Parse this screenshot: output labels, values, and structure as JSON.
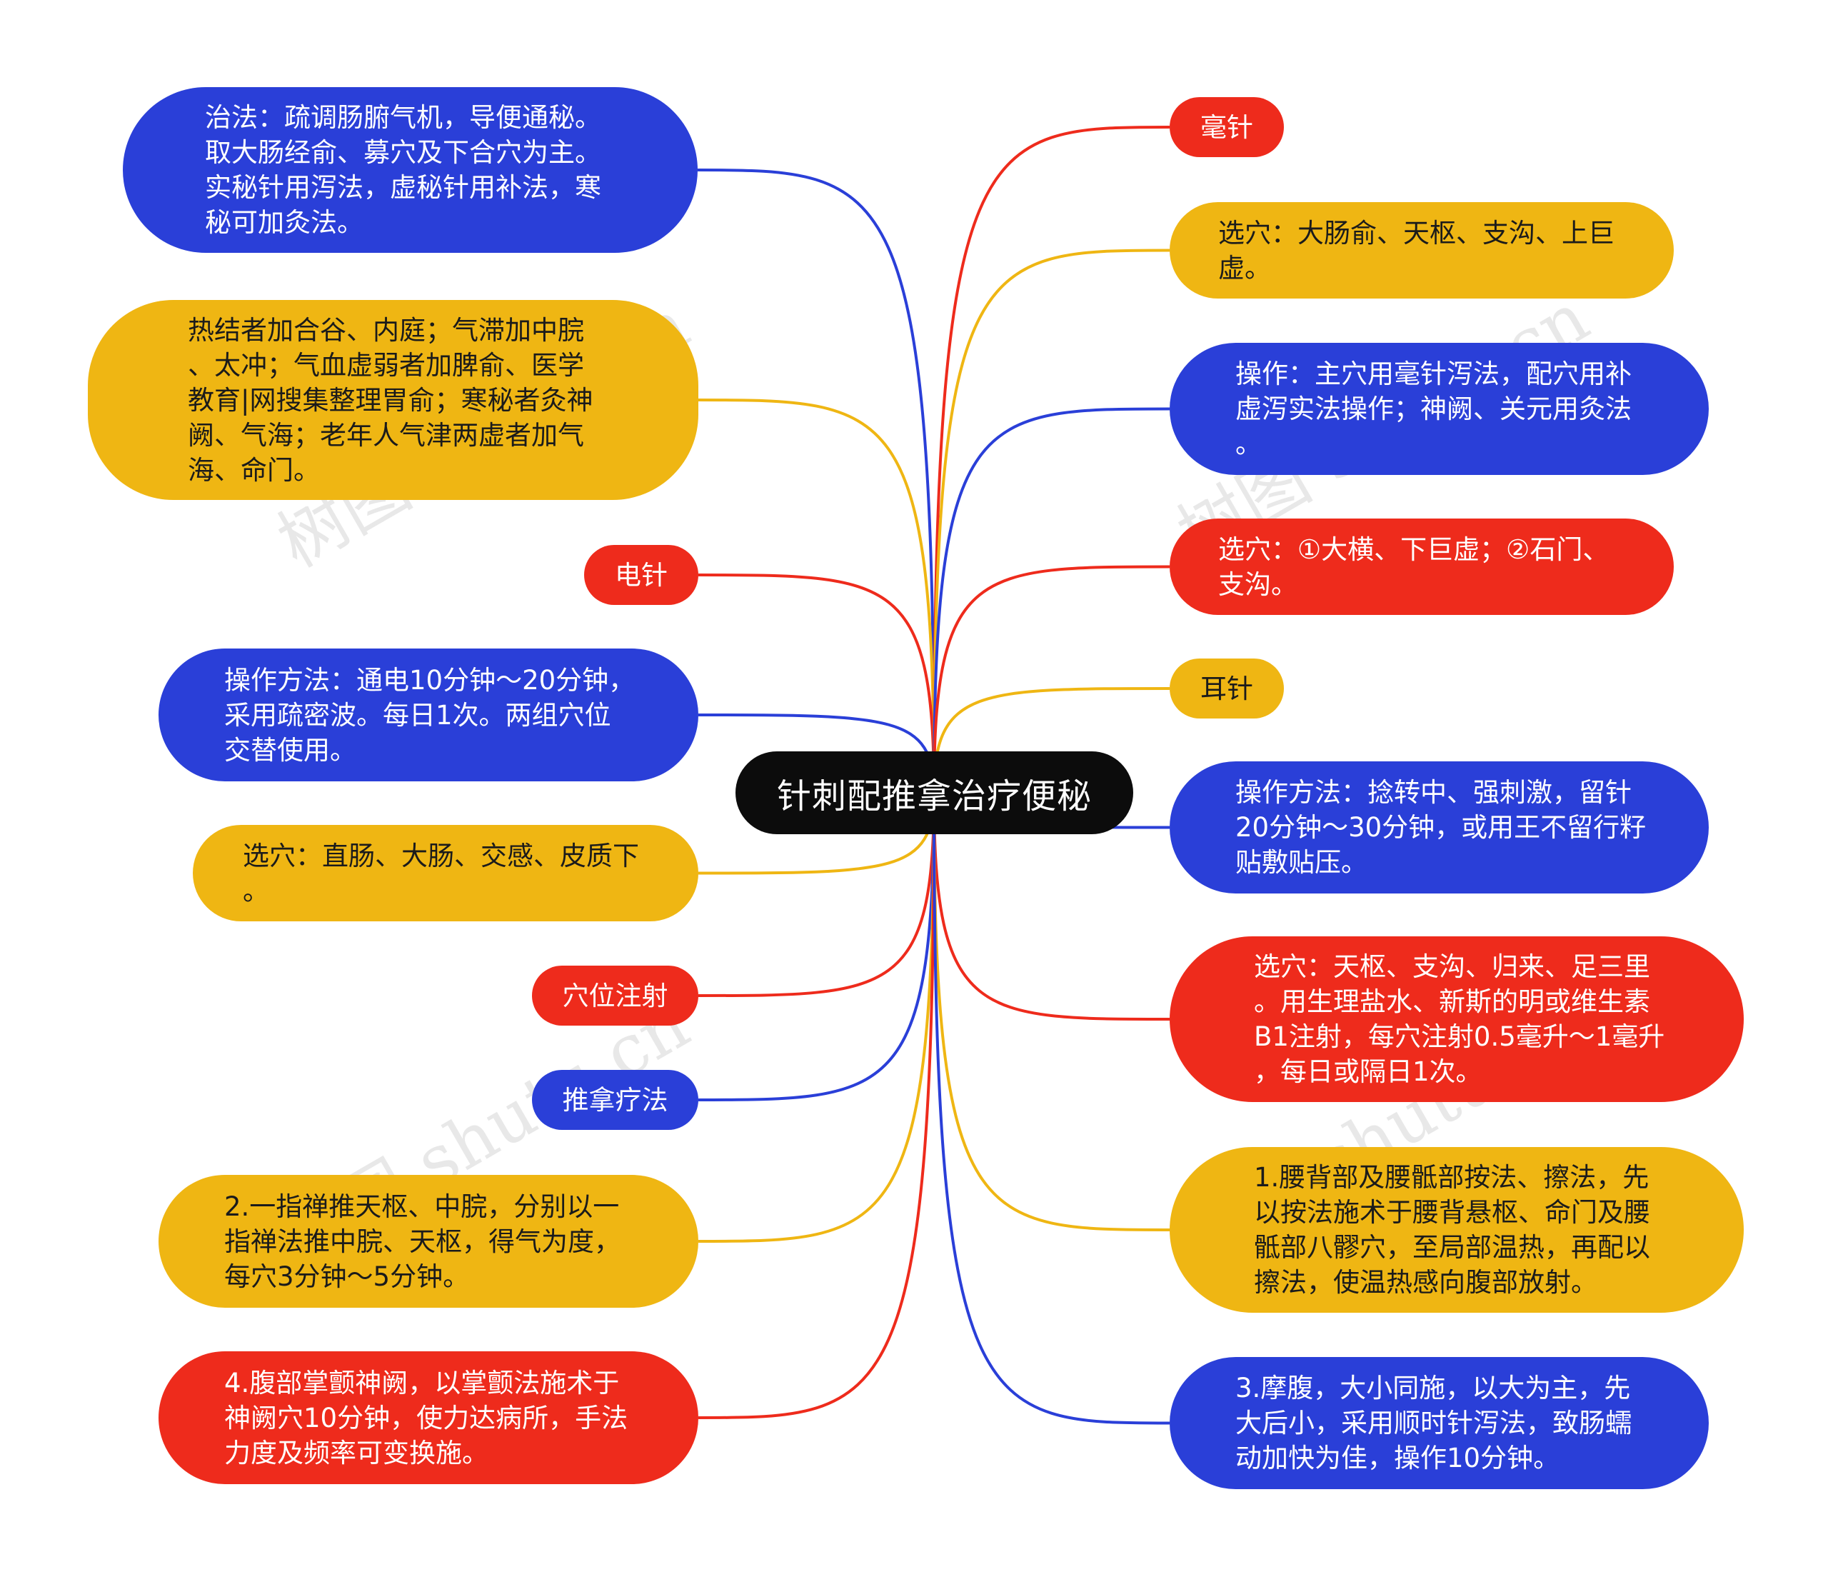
{
  "center": {
    "label": "针刺配推拿治疗便秘"
  },
  "colors": {
    "blue": "#2a3fd8",
    "yellow": "#efb613",
    "red": "#ee2b1c",
    "center": "#0c0c0c"
  },
  "left_nodes": [
    {
      "id": "n1",
      "color": "blue",
      "text": "治法：疏调肠腑气机，导便通秘。\n取大肠经俞、募穴及下合穴为主。\n实秘针用泻法，虚秘针用补法，寒\n秘可加灸法。"
    },
    {
      "id": "n2",
      "color": "yellow",
      "text": "热结者加合谷、内庭；气滞加中脘\n、太冲；气血虚弱者加脾俞、医学\n教育|网搜集整理胃俞；寒秘者灸神\n阙、气海；老年人气津两虚者加气\n海、命门。"
    },
    {
      "id": "n3",
      "color": "red",
      "text": "电针"
    },
    {
      "id": "n4",
      "color": "blue",
      "text": "操作方法：通电10分钟～20分钟，\n采用疏密波。每日1次。两组穴位\n交替使用。"
    },
    {
      "id": "n5",
      "color": "yellow",
      "text": "选穴：直肠、大肠、交感、皮质下\n。"
    },
    {
      "id": "n6",
      "color": "red",
      "text": "穴位注射"
    },
    {
      "id": "n7",
      "color": "blue",
      "text": "推拿疗法"
    },
    {
      "id": "n8",
      "color": "yellow",
      "text": "2.一指禅推天枢、中脘，分别以一\n指禅法推中脘、天枢，得气为度，\n每穴3分钟～5分钟。"
    },
    {
      "id": "n9",
      "color": "red",
      "text": "4.腹部掌颤神阙，以掌颤法施术于\n神阙穴10分钟，使力达病所，手法\n力度及频率可变换施。"
    }
  ],
  "right_nodes": [
    {
      "id": "m1",
      "color": "red",
      "text": "毫针"
    },
    {
      "id": "m2",
      "color": "yellow",
      "text": "选穴：大肠俞、天枢、支沟、上巨\n虚。"
    },
    {
      "id": "m3",
      "color": "blue",
      "text": "操作：主穴用毫针泻法，配穴用补\n虚泻实法操作；神阙、关元用灸法\n。"
    },
    {
      "id": "m4",
      "color": "red",
      "text": "选穴：①大横、下巨虚；②石门、\n支沟。"
    },
    {
      "id": "m5",
      "color": "yellow",
      "text": "耳针"
    },
    {
      "id": "m6",
      "color": "blue",
      "text": "操作方法：捻转中、强刺激，留针\n20分钟～30分钟，或用王不留行籽\n贴敷贴压。"
    },
    {
      "id": "m7",
      "color": "red",
      "text": "选穴：天枢、支沟、归来、足三里\n。用生理盐水、新斯的明或维生素\nB1注射，每穴注射0.5毫升～1毫升\n，每日或隔日1次。"
    },
    {
      "id": "m8",
      "color": "yellow",
      "text": "1.腰背部及腰骶部按法、擦法，先\n以按法施术于腰背悬枢、命门及腰\n骶部八髎穴，至局部温热，再配以\n擦法，使温热感向腹部放射。"
    },
    {
      "id": "m9",
      "color": "blue",
      "text": "3.摩腹，大小同施，以大为主，先\n大后小，采用顺时针泻法，致肠蠕\n动加快为佳，操作10分钟。"
    }
  ],
  "watermarks": [
    "树图 shutu.cn",
    "树图 shutu.cn",
    "树图 shutu.cn",
    "树图 shutu.cn"
  ]
}
